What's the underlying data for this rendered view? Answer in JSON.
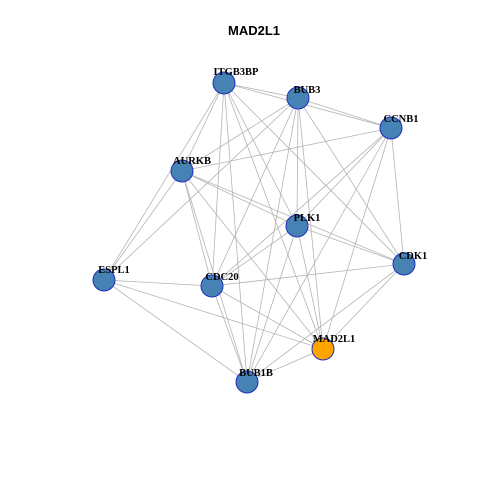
{
  "title": "MAD2L1",
  "colors": {
    "node_fill": "#4682b4",
    "node_stroke": "#1f2fbf",
    "focus_fill": "#ffa500",
    "edge": "#b4b4b4"
  },
  "nodes": [
    {
      "id": "ITGB3BP",
      "label": "ITGB3BP"
    },
    {
      "id": "BUB3",
      "label": "BUB3"
    },
    {
      "id": "CCNB1",
      "label": "CCNB1"
    },
    {
      "id": "AURKB",
      "label": "AURKB"
    },
    {
      "id": "PLK1",
      "label": "PLK1"
    },
    {
      "id": "CDK1",
      "label": "CDK1"
    },
    {
      "id": "ESPL1",
      "label": "ESPL1"
    },
    {
      "id": "CDC20",
      "label": "CDC20"
    },
    {
      "id": "MAD2L1",
      "label": "MAD2L1",
      "focus": true
    },
    {
      "id": "BUB1B",
      "label": "BUB1B"
    }
  ],
  "edges": [
    [
      "ITGB3BP",
      "BUB3"
    ],
    [
      "ITGB3BP",
      "CCNB1"
    ],
    [
      "ITGB3BP",
      "AURKB"
    ],
    [
      "ITGB3BP",
      "PLK1"
    ],
    [
      "ITGB3BP",
      "CDK1"
    ],
    [
      "ITGB3BP",
      "ESPL1"
    ],
    [
      "ITGB3BP",
      "CDC20"
    ],
    [
      "ITGB3BP",
      "MAD2L1"
    ],
    [
      "ITGB3BP",
      "BUB1B"
    ],
    [
      "BUB3",
      "CCNB1"
    ],
    [
      "BUB3",
      "AURKB"
    ],
    [
      "BUB3",
      "PLK1"
    ],
    [
      "BUB3",
      "CDK1"
    ],
    [
      "BUB3",
      "ESPL1"
    ],
    [
      "BUB3",
      "CDC20"
    ],
    [
      "BUB3",
      "MAD2L1"
    ],
    [
      "BUB3",
      "BUB1B"
    ],
    [
      "CCNB1",
      "AURKB"
    ],
    [
      "CCNB1",
      "PLK1"
    ],
    [
      "CCNB1",
      "CDK1"
    ],
    [
      "CCNB1",
      "CDC20"
    ],
    [
      "CCNB1",
      "MAD2L1"
    ],
    [
      "CCNB1",
      "BUB1B"
    ],
    [
      "AURKB",
      "PLK1"
    ],
    [
      "AURKB",
      "CDK1"
    ],
    [
      "AURKB",
      "ESPL1"
    ],
    [
      "AURKB",
      "CDC20"
    ],
    [
      "AURKB",
      "MAD2L1"
    ],
    [
      "AURKB",
      "BUB1B"
    ],
    [
      "PLK1",
      "CDK1"
    ],
    [
      "PLK1",
      "CDC20"
    ],
    [
      "PLK1",
      "MAD2L1"
    ],
    [
      "PLK1",
      "BUB1B"
    ],
    [
      "CDK1",
      "CDC20"
    ],
    [
      "CDK1",
      "MAD2L1"
    ],
    [
      "CDK1",
      "BUB1B"
    ],
    [
      "ESPL1",
      "CDC20"
    ],
    [
      "ESPL1",
      "MAD2L1"
    ],
    [
      "ESPL1",
      "BUB1B"
    ],
    [
      "CDC20",
      "MAD2L1"
    ],
    [
      "CDC20",
      "BUB1B"
    ],
    [
      "MAD2L1",
      "BUB1B"
    ]
  ]
}
